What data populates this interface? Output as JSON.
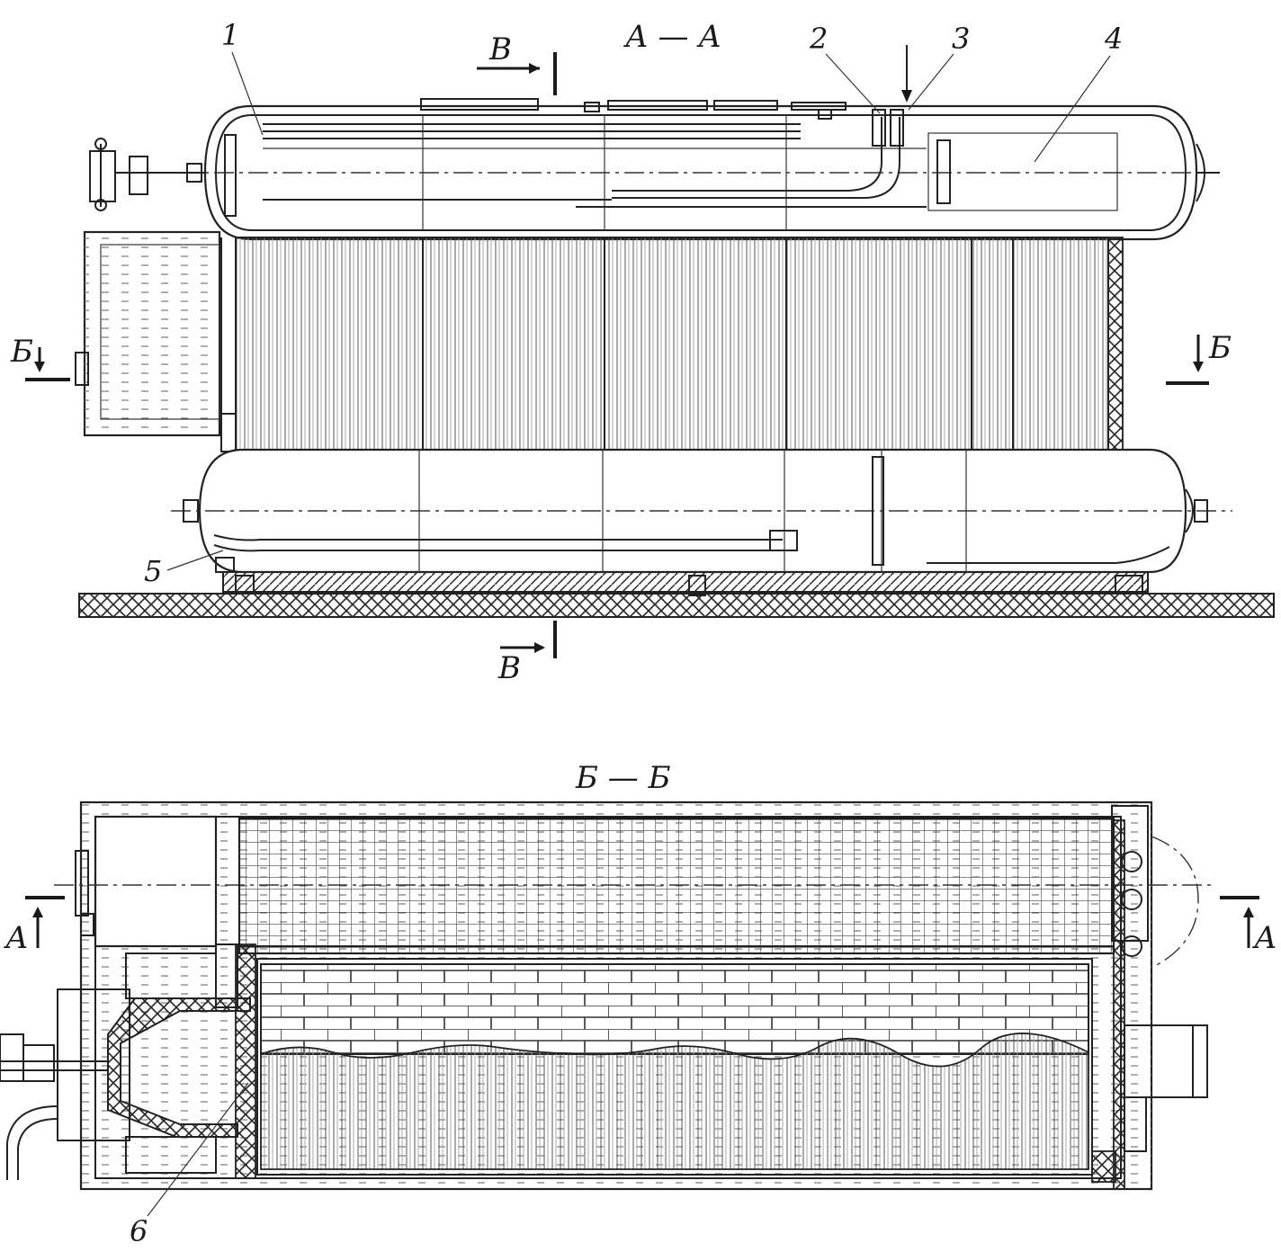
{
  "views": {
    "top": {
      "title": "А — А"
    },
    "bottom": {
      "title": "Б — Б"
    }
  },
  "section_marks": {
    "v": "В",
    "b": "Б",
    "a": "А"
  },
  "callouts": {
    "c1": "1",
    "c2": "2",
    "c3": "3",
    "c4": "4",
    "c5": "5",
    "c6": "6"
  }
}
